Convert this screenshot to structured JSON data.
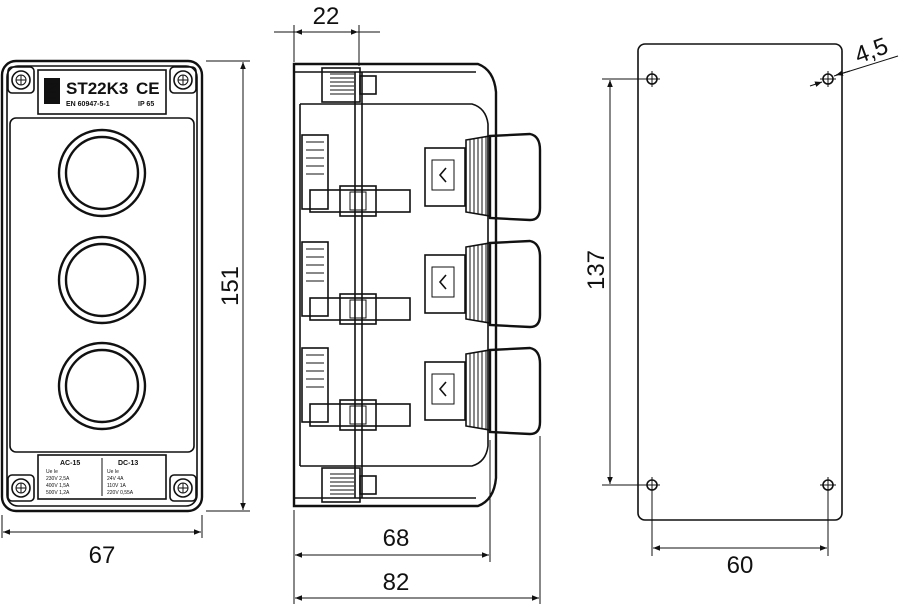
{
  "front_view": {
    "model_label": "ST22K3",
    "ce_mark": "CE",
    "standard_label": "EN 60947-5-1",
    "ip_label": "IP 65",
    "ac_header": "AC-15",
    "dc_header": "DC-13",
    "ac_rows": [
      "Ue   Ie",
      "230V  2,5A",
      "400V  1,5A",
      "500V  1,2A"
    ],
    "dc_rows": [
      "Ue   Ie",
      "24V   4A",
      "110V  1A",
      "220V  0,55A"
    ]
  },
  "dimensions": {
    "front_width": "67",
    "front_height": "151",
    "screw_offset": "22",
    "side_depth_inner": "68",
    "side_depth_total": "82",
    "hole_spacing_vertical": "137",
    "hole_spacing_horizontal": "60",
    "hole_diameter": "4,5"
  }
}
